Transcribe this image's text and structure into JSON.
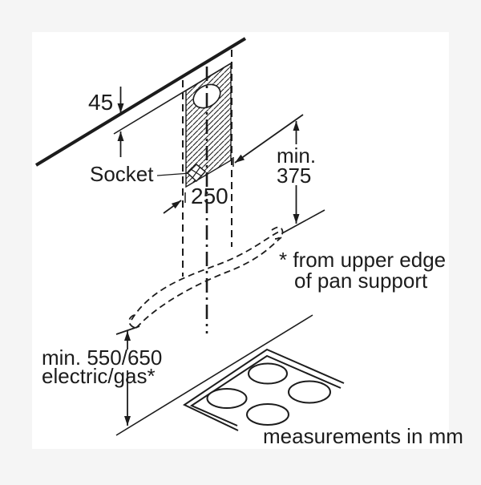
{
  "diagram": {
    "unit_note": "measurements in mm",
    "socket_label": "Socket",
    "footnote": {
      "line1": "* from upper edge",
      "line2": "of pan support"
    },
    "dimensions": {
      "ceiling_gap": "45",
      "duct_width": "250",
      "hood_to_ceiling": {
        "line1": "min.",
        "line2": "375"
      },
      "hob_clearance": {
        "line1": "min. 550/650",
        "line2": "electric/gas*"
      }
    },
    "colors": {
      "line": "#1c1c1c",
      "page_bg": "#f5f5f5",
      "canvas_bg": "#ffffff"
    }
  }
}
